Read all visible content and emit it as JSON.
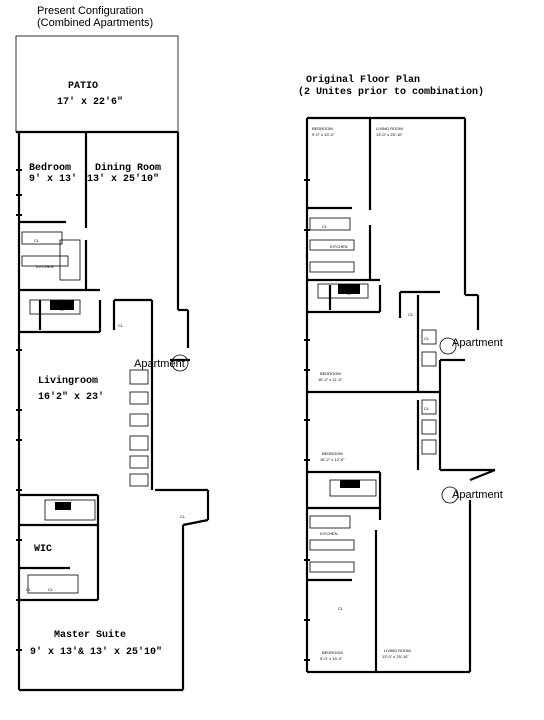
{
  "left_plan": {
    "title_line1": "Present Configuration",
    "title_line2": "(Combined Apartments)",
    "patio_label": "PATIO",
    "patio_dims": "17' x 22'6\"",
    "bedroom_label": "Bedroom",
    "bedroom_dims": "9' x 13'",
    "dining_label": "Dining Room",
    "dining_dims": "13' x 25'10\"",
    "kitchen_label": "KITCHEN",
    "living_label": "Livingroom",
    "living_dims": "16'2\" x 23'",
    "wic_label": "WIC",
    "master_label": "Master Suite",
    "master_dims": "9' x 13'& 13' x 25'10\"",
    "apartment_marker": "Apartment",
    "closet_label": "CL"
  },
  "right_plan": {
    "title_line1": "Original Floor Plan",
    "title_line2": "(2 Unites prior to combination)",
    "top_bedroom_label": "BEDROOM",
    "top_bedroom_dims": "9'-0\" x 13'-0\"",
    "top_living_label": "LIVING ROOM",
    "top_living_dims": "13'-0\" x 25'-10\"",
    "top_kitchen_label": "KITCHEN",
    "mid_bedroom1_label": "BEDROOM",
    "mid_bedroom1_dims": "16'-2\" x 11'-0\"",
    "mid_bedroom2_label": "BEDROOM",
    "mid_bedroom2_dims": "16'-2\" x 12'-0\"",
    "bottom_kitchen_label": "KITCHEN",
    "bottom_bedroom_label": "BEDROOM",
    "bottom_bedroom_dims": "9'-0\" x 13'-0\"",
    "bottom_living_label": "LIVING ROOM",
    "bottom_living_dims": "13'-0\" x 25'-10\"",
    "apartment_marker_1": "Apartment",
    "apartment_marker_2": "Apartment",
    "closet_label": "CL"
  }
}
